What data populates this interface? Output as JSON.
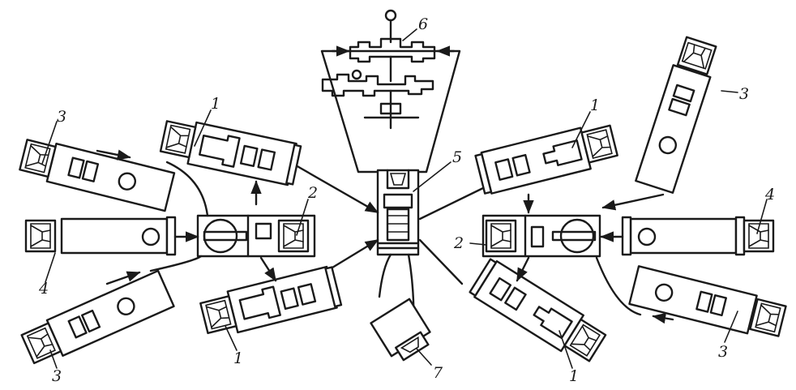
{
  "labels": {
    "injection_unit": "1",
    "turntable": "2",
    "mould_unit": "3",
    "press_unit": "4",
    "central_mould": "5",
    "moulded_part": "6",
    "ejected_part": "7"
  },
  "colors": {
    "line": "#1a1a1a",
    "background": "#ffffff"
  }
}
